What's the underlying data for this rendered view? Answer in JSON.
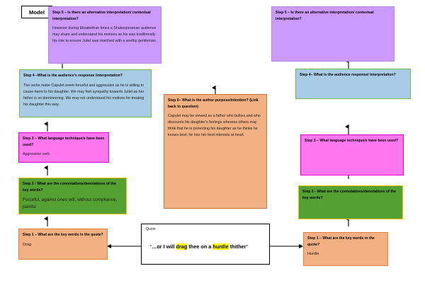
{
  "model_label": "Model",
  "colors": {
    "purple": "#cc99ff",
    "blue": "#a8cbe6",
    "pink": "#ff77ee",
    "green": "#55a033",
    "orange": "#f3b183",
    "green_border": "#77bb44",
    "yellow_border": "#ffbf00",
    "highlight": "#ffff00"
  },
  "left_column": {
    "step5": {
      "question": "Step 5 – Is there an alternative interpretation/ contextual interpretation?",
      "answer": "However during Elizabethan times a Shakespearean audience may share and understand his motives as his was traditionally his role to ensure Juliet was matched with a worthy gentleman."
    },
    "step4": {
      "question": "Step 4 –What is the audience’s response /interpretation?",
      "answer": "The verbs make Capulet seem forceful and aggressive as he is willing to cause harm to his daughter. We may feel sympathy towards Juliet as her father is so domineering. We may not understand his motives for treating his daughter this way."
    },
    "step3": {
      "question": "Step 3 – What language technique/s have been used?",
      "answer": "Aggressive verb"
    },
    "step2": {
      "question": "Step 2 - What are the connotations/denotations of the key words?",
      "answer": "Forceful, against ones will, without compliance, painful"
    },
    "step1": {
      "question": "Step 1 – What are the key words in the quote?",
      "answer": "Drag"
    }
  },
  "middle_column": {
    "step6": {
      "question": "Step 6– What is the author purpose/intention? (Link back to question)",
      "answer": "Capulet may be viewed as a father who bullies and who discounts his daughter's feelings whereas others may think that he is protecting his daughter as he thinks he knows best; he has her best interests at heart."
    },
    "quote": {
      "label": "Quote",
      "before": "‘…or I will ",
      "highlight1": "drag",
      "middle": " thee on a ",
      "highlight2": "hurdle",
      "after": " thither’"
    }
  },
  "right_column": {
    "step5": {
      "question": "Step 5 – Is there an alternative interpretation/ contextual interpretation?",
      "answer": ""
    },
    "step4": {
      "question": "Step 4– What is the audience response/ interpretation?",
      "answer": ""
    },
    "step3": {
      "question": "Step 3 – What language technique/s have been used?",
      "answer": ""
    },
    "step2": {
      "question": "Step 2 - What are the connotations/denotations of the key words?",
      "answer": ""
    },
    "step1": {
      "question": "Step 1 – What are the key words in the quote?",
      "answer": "Hurdle"
    }
  }
}
